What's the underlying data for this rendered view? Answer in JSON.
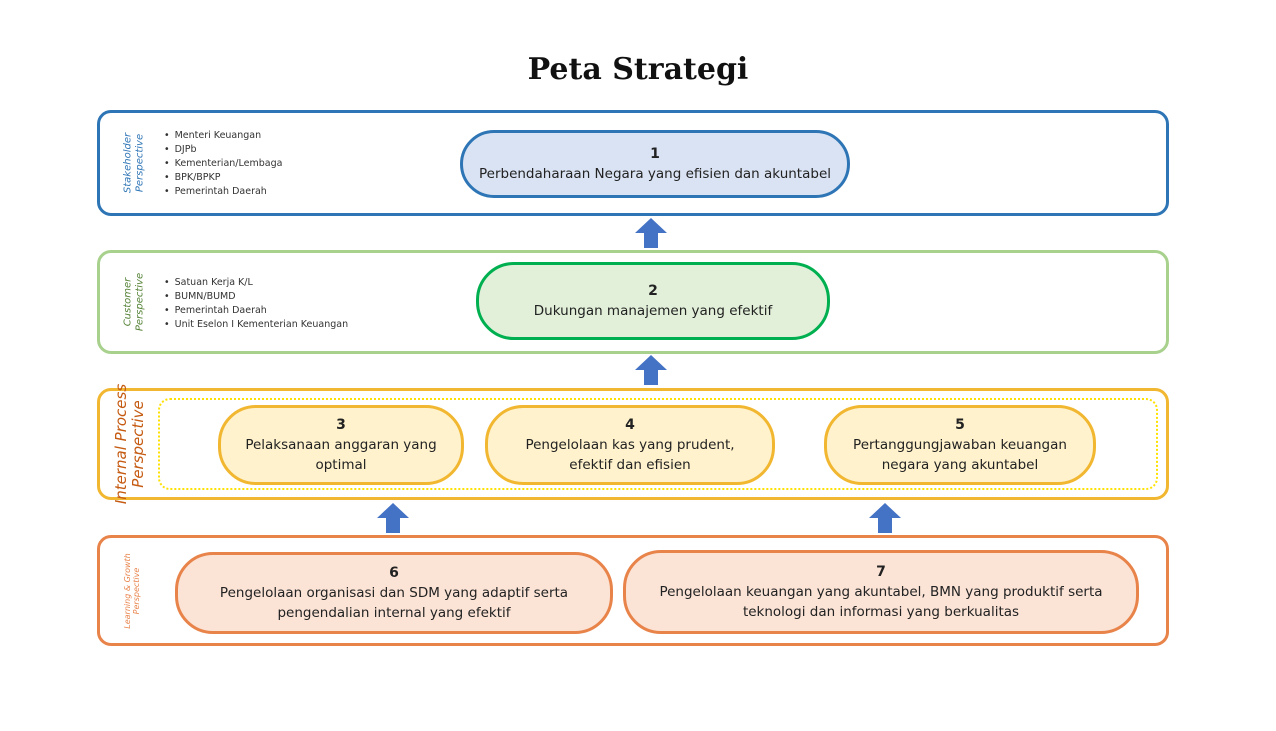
{
  "title": "Peta Strategi",
  "colors": {
    "stakeholder": "#2e75b6",
    "customer": "#a9d18e",
    "internal": "#f2b731",
    "learning": "#e8834a",
    "arrow": "#4472c4"
  },
  "perspectives": [
    {
      "label_line1": "Stakeholder",
      "label_line2": "Perspective",
      "bullets": [
        "Menteri Keuangan",
        "DJPb",
        "Kementerian/Lembaga",
        "BPK/BPKP",
        "Pemerintah Daerah"
      ],
      "objectives": [
        {
          "number": "1",
          "text": "Perbendaharaan Negara yang efisien dan akuntabel"
        }
      ]
    },
    {
      "label_line1": "Customer",
      "label_line2": "Perspective",
      "bullets": [
        "Satuan Kerja K/L",
        "BUMN/BUMD",
        "Pemerintah Daerah",
        "Unit Eselon I Kementerian Keuangan"
      ],
      "objectives": [
        {
          "number": "2",
          "text": "Dukungan manajemen yang efektif"
        }
      ]
    },
    {
      "label_line1": "Internal Process",
      "label_line2": "Perspective",
      "objectives": [
        {
          "number": "3",
          "text": "Pelaksanaan anggaran yang optimal"
        },
        {
          "number": "4",
          "text": "Pengelolaan kas yang prudent, efektif dan efisien"
        },
        {
          "number": "5",
          "text": "Pertanggungjawaban keuangan negara yang akuntabel"
        }
      ]
    },
    {
      "label_line1": "Learning & Growth",
      "label_line2": "Perspective",
      "objectives": [
        {
          "number": "6",
          "text": "Pengelolaan organisasi dan SDM yang adaptif serta pengendalian internal yang efektif"
        },
        {
          "number": "7",
          "text": "Pengelolaan keuangan yang akuntabel, BMN yang produktif serta teknologi dan informasi yang berkualitas"
        }
      ]
    }
  ]
}
